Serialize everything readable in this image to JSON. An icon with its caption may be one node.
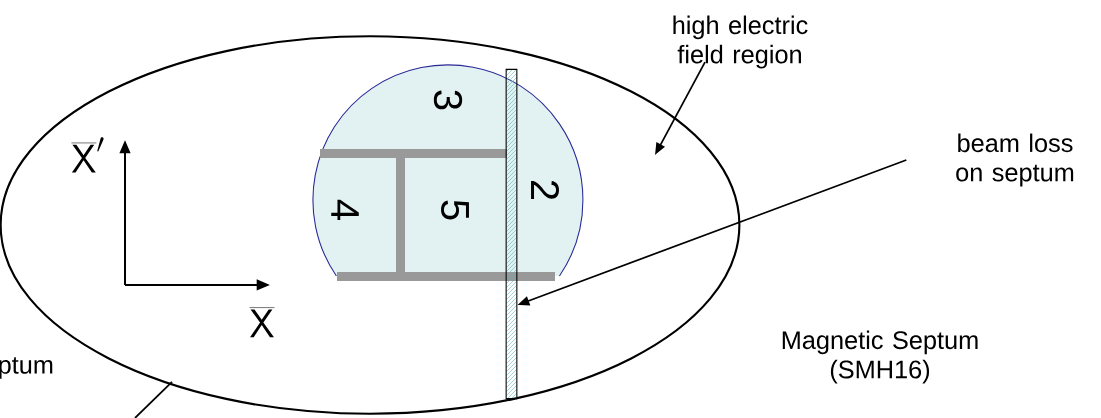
{
  "diagram": {
    "nodes": [
      {
        "text": [],
        "shape": "ellipse"
      },
      {
        "text": [],
        "shape": "circle",
        "in": 0
      },
      {
        "text": [],
        "shape": "bar",
        "in": 0
      },
      {
        "text": [
          "high electric field region"
        ]
      },
      {
        "text": [
          "beam loss on septum"
        ]
      }
    ],
    "edges": [
      {
        "from": 3,
        "to": null,
        "arrow": "to"
      },
      {
        "from": 4,
        "to": 2,
        "arrow": "to"
      },
      {
        "from": null,
        "to": 0,
        "arrow": "none"
      }
    ],
    "labels": [
      "3",
      "\\overline{\\mathsf{X}}'",
      "4",
      "5",
      "2",
      "\\overline{\\mathsf{X}}",
      "Magnetic Septum (SMH16)",
      "ptum"
    ]
  }
}
